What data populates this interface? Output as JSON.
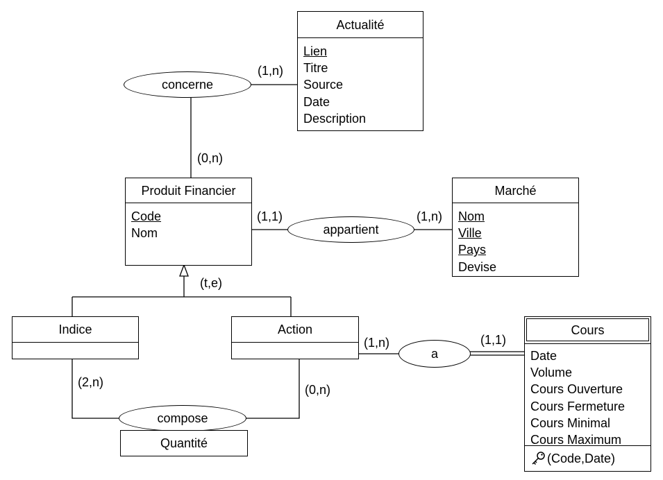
{
  "entities": {
    "actualite": {
      "title": "Actualité",
      "attrs": [
        "Lien",
        "Titre",
        "Source",
        "Date",
        "Description"
      ]
    },
    "produit": {
      "title": "Produit Financier",
      "attrs": [
        "Code",
        "Nom"
      ]
    },
    "marche": {
      "title": "Marché",
      "attrs": [
        "Nom",
        "Ville",
        "Pays",
        "Devise"
      ]
    },
    "indice": {
      "title": "Indice"
    },
    "action": {
      "title": "Action"
    },
    "cours": {
      "title": "Cours",
      "attrs": [
        "Date",
        "Volume",
        "Cours Ouverture",
        "Cours Fermeture",
        "Cours Minimal",
        "Cours Maximum"
      ],
      "key": "(Code,Date)"
    }
  },
  "relations": {
    "concerne": "concerne",
    "appartient": "appartient",
    "a": "a",
    "compose": "compose",
    "compose_attr": "Quantité"
  },
  "cardinalities": {
    "concerne_actualite": "(1,n)",
    "concerne_produit": "(0,n)",
    "appartient_produit": "(1,1)",
    "appartient_marche": "(1,n)",
    "a_action": "(1,n)",
    "a_cours": "(1,1)",
    "compose_indice": "(2,n)",
    "compose_action": "(0,n)",
    "inheritance": "(t,e)"
  },
  "icons": {
    "key": "key-icon"
  }
}
